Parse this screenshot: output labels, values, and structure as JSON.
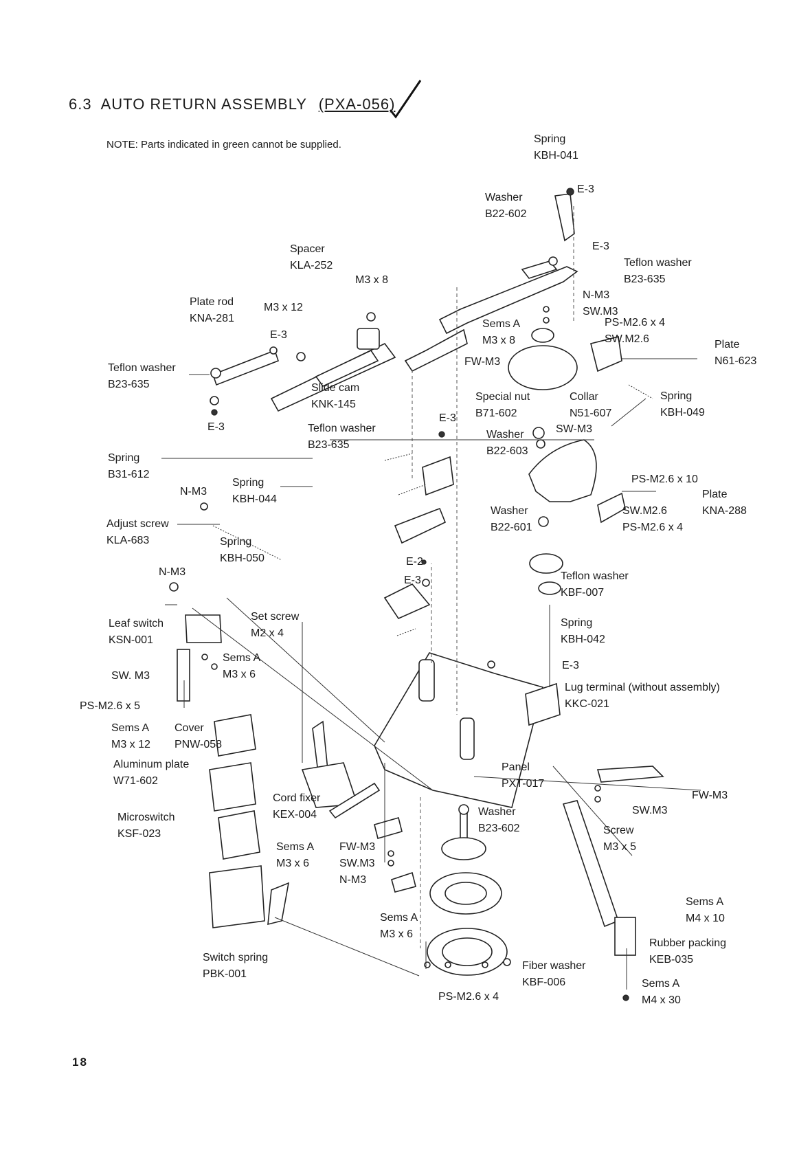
{
  "header": {
    "section": "6.3",
    "title": "AUTO RETURN ASSEMBLY",
    "code": "(PXA-056)"
  },
  "note": "NOTE: Parts indicated in green cannot be supplied.",
  "page_number": "18",
  "callouts": [
    {
      "id": "spring-kbh041",
      "lines": [
        "Spring",
        "KBH-041"
      ]
    },
    {
      "id": "e3-top",
      "lines": [
        "E-3"
      ]
    },
    {
      "id": "washer-b22602",
      "lines": [
        "Washer",
        "B22-602"
      ]
    },
    {
      "id": "e3-2",
      "lines": [
        "E-3"
      ]
    },
    {
      "id": "teflon-b23635-r",
      "lines": [
        "Teflon washer",
        "B23-635"
      ]
    },
    {
      "id": "spacer-kla252",
      "lines": [
        "Spacer",
        "KLA-252"
      ]
    },
    {
      "id": "m3x8",
      "lines": [
        "M3 x 8"
      ]
    },
    {
      "id": "platerod-kna281",
      "lines": [
        "Plate rod",
        "KNA-281"
      ]
    },
    {
      "id": "m3x12",
      "lines": [
        "M3 x 12"
      ]
    },
    {
      "id": "nm3-swm3",
      "lines": [
        "N-M3",
        "SW.M3"
      ]
    },
    {
      "id": "psm26x4-swm26",
      "lines": [
        "PS-M2.6 x 4",
        "SW.M2.6"
      ]
    },
    {
      "id": "e3-3",
      "lines": [
        "E-3"
      ]
    },
    {
      "id": "sems-m3x8",
      "lines": [
        "Sems A",
        "M3 x 8"
      ]
    },
    {
      "id": "plate-n61623",
      "lines": [
        "Plate",
        "N61-623"
      ]
    },
    {
      "id": "fw-m3-a",
      "lines": [
        "FW-M3"
      ]
    },
    {
      "id": "teflon-b23635-l",
      "lines": [
        "Teflon washer",
        "B23-635"
      ]
    },
    {
      "id": "slidecam-knk145",
      "lines": [
        "Slide cam",
        "KNK-145"
      ]
    },
    {
      "id": "collar-n51607",
      "lines": [
        "Collar",
        "N51-607"
      ]
    },
    {
      "id": "spring-kbh049",
      "lines": [
        "Spring",
        "KBH-049"
      ]
    },
    {
      "id": "specialnut-b71602",
      "lines": [
        "Special nut",
        "B71-602"
      ]
    },
    {
      "id": "e3-4",
      "lines": [
        "E-3"
      ]
    },
    {
      "id": "e3-5",
      "lines": [
        "E-3"
      ]
    },
    {
      "id": "teflon-b23635-c",
      "lines": [
        "Teflon washer",
        "B23-635"
      ]
    },
    {
      "id": "sw-m3-a",
      "lines": [
        "SW-M3"
      ]
    },
    {
      "id": "washer-b22603",
      "lines": [
        "Washer",
        "B22-603"
      ]
    },
    {
      "id": "spring-b31612",
      "lines": [
        "Spring",
        "B31-612"
      ]
    },
    {
      "id": "psm26x10",
      "lines": [
        "PS-M2.6 x 10"
      ]
    },
    {
      "id": "plate-kna288",
      "lines": [
        "Plate",
        "KNA-288"
      ]
    },
    {
      "id": "nm3-a",
      "lines": [
        "N-M3"
      ]
    },
    {
      "id": "spring-kbh044",
      "lines": [
        "Spring",
        "KBH-044"
      ]
    },
    {
      "id": "washer-b22601",
      "lines": [
        "Washer",
        "B22-601"
      ]
    },
    {
      "id": "swm26-psm26x4",
      "lines": [
        "SW.M2.6",
        "PS-M2.6 x 4"
      ]
    },
    {
      "id": "adjust-kla683",
      "lines": [
        "Adjust screw",
        "KLA-683"
      ]
    },
    {
      "id": "spring-kbh050",
      "lines": [
        "Spring",
        "KBH-050"
      ]
    },
    {
      "id": "e2",
      "lines": [
        "E-2"
      ]
    },
    {
      "id": "teflon-kbf007",
      "lines": [
        "Teflon washer",
        "KBF-007"
      ]
    },
    {
      "id": "nm3-b",
      "lines": [
        "N-M3"
      ]
    },
    {
      "id": "e3-6",
      "lines": [
        "E-3"
      ]
    },
    {
      "id": "setscrew-m2x4",
      "lines": [
        "Set screw",
        "M2 x 4"
      ]
    },
    {
      "id": "leafswitch-ksn001",
      "lines": [
        "Leaf switch",
        "KSN-001"
      ]
    },
    {
      "id": "spring-kbh042",
      "lines": [
        "Spring",
        "KBH-042"
      ]
    },
    {
      "id": "sems-m3x6-a",
      "lines": [
        "Sems A",
        "M3 x 6"
      ]
    },
    {
      "id": "e3-7",
      "lines": [
        "E-3"
      ]
    },
    {
      "id": "sw-m3-b",
      "lines": [
        "SW. M3"
      ]
    },
    {
      "id": "lug-kkc021",
      "lines": [
        "Lug terminal (without assembly)",
        "KKC-021"
      ]
    },
    {
      "id": "psm26x5",
      "lines": [
        "PS-M2.6 x 5"
      ]
    },
    {
      "id": "sems-m3x12",
      "lines": [
        "Sems A",
        "M3 x 12"
      ]
    },
    {
      "id": "cover-pnw058",
      "lines": [
        "Cover",
        "PNW-058"
      ]
    },
    {
      "id": "alplate-w71602",
      "lines": [
        "Aluminum plate",
        "W71-602"
      ]
    },
    {
      "id": "panel-pxt017",
      "lines": [
        "Panel",
        "PXT-017"
      ]
    },
    {
      "id": "fw-m3-b",
      "lines": [
        "FW-M3"
      ]
    },
    {
      "id": "cordfixer-kex004",
      "lines": [
        "Cord fixer",
        "KEX-004"
      ]
    },
    {
      "id": "washer-b23602",
      "lines": [
        "Washer",
        "B23-602"
      ]
    },
    {
      "id": "sw-m3-c",
      "lines": [
        "SW.M3"
      ]
    },
    {
      "id": "microswitch-ksf023",
      "lines": [
        "Microswitch",
        "KSF-023"
      ]
    },
    {
      "id": "screw-m3x5",
      "lines": [
        "Screw",
        "M3 x 5"
      ]
    },
    {
      "id": "sems-m3x6-b",
      "lines": [
        "Sems A",
        "M3 x 6"
      ]
    },
    {
      "id": "fwm3-swm3-nm3",
      "lines": [
        "FW-M3",
        "SW.M3",
        "N-M3"
      ]
    },
    {
      "id": "sems-m4x10",
      "lines": [
        "Sems A",
        "M4 x 10"
      ]
    },
    {
      "id": "sems-m3x6-c",
      "lines": [
        "Sems A",
        "M3 x 6"
      ]
    },
    {
      "id": "rubber-keb035",
      "lines": [
        "Rubber packing",
        "KEB-035"
      ]
    },
    {
      "id": "switchspring-pbk001",
      "lines": [
        "Switch spring",
        "PBK-001"
      ]
    },
    {
      "id": "fiber-kbf006",
      "lines": [
        "Fiber washer",
        "KBF-006"
      ]
    },
    {
      "id": "sems-m4x30",
      "lines": [
        "Sems A",
        "M4 x 30"
      ]
    },
    {
      "id": "psm26x4-b",
      "lines": [
        "PS-M2.6 x 4"
      ]
    }
  ]
}
